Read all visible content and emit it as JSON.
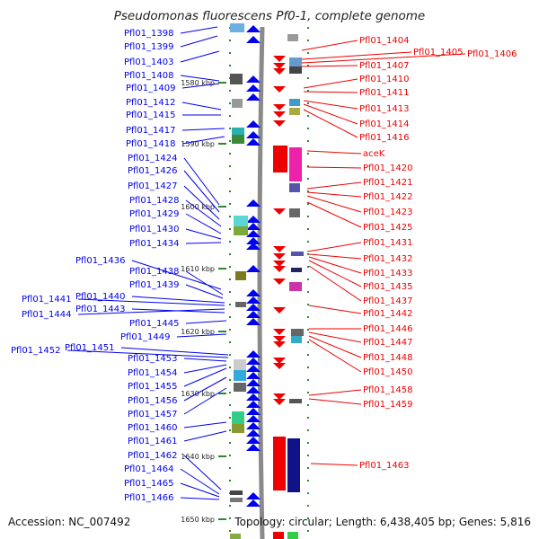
{
  "title": "Pseudomonas fluorescens Pf0-1, complete genome",
  "accession": "Accession: NC_007492",
  "topology": "Topology: circular; Length: 6,438,405 bp; Genes: 5,816",
  "scale_labels": [
    "1580 kbp",
    "1590 kbp",
    "1600 kbp",
    "1610 kbp",
    "1620 kbp",
    "1630 kbp",
    "1640 kbp",
    "1650 kbp"
  ],
  "left_genes": [
    "Pfl01_1398",
    "Pfl01_1399",
    "Pfl01_1403",
    "Pfl01_1408",
    "Pfl01_1409",
    "Pfl01_1412",
    "Pfl01_1415",
    "Pfl01_1417",
    "Pfl01_1418",
    "Pfl01_1424",
    "Pfl01_1426",
    "Pfl01_1427",
    "Pfl01_1428",
    "Pfl01_1429",
    "Pfl01_1430",
    "Pfl01_1434",
    "Pfl01_1436",
    "Pfl01_1438",
    "Pfl01_1439",
    "Pfl01_1441",
    "Pfl01_1440",
    "Pfl01_1444",
    "Pfl01_1443",
    "Pfl01_1445",
    "Pfl01_1449",
    "Pfl01_1452",
    "Pfl01_1451",
    "Pfl01_1453",
    "Pfl01_1454",
    "Pfl01_1455",
    "Pfl01_1456",
    "Pfl01_1457",
    "Pfl01_1460",
    "Pfl01_1461",
    "Pfl01_1462",
    "Pfl01_1464",
    "Pfl01_1465",
    "Pfl01_1466"
  ],
  "right_genes": [
    "Pfl01_1404",
    "Pfl01_1405",
    "Pfl01_1406",
    "Pfl01_1407",
    "Pfl01_1410",
    "Pfl01_1411",
    "Pfl01_1413",
    "Pfl01_1414",
    "Pfl01_1416",
    "aceK",
    "Pfl01_1420",
    "Pfl01_1421",
    "Pfl01_1422",
    "Pfl01_1423",
    "Pfl01_1425",
    "Pfl01_1431",
    "Pfl01_1432",
    "Pfl01_1433",
    "Pfl01_1435",
    "Pfl01_1437",
    "Pfl01_1442",
    "Pfl01_1446",
    "Pfl01_1447",
    "Pfl01_1448",
    "Pfl01_1450",
    "Pfl01_1458",
    "Pfl01_1459",
    "Pfl01_1463"
  ],
  "colors": {
    "forward_strand": "#0000ee",
    "reverse_strand": "#ee0000",
    "backbone": "#888888",
    "ticks": "#2a8a2a"
  }
}
